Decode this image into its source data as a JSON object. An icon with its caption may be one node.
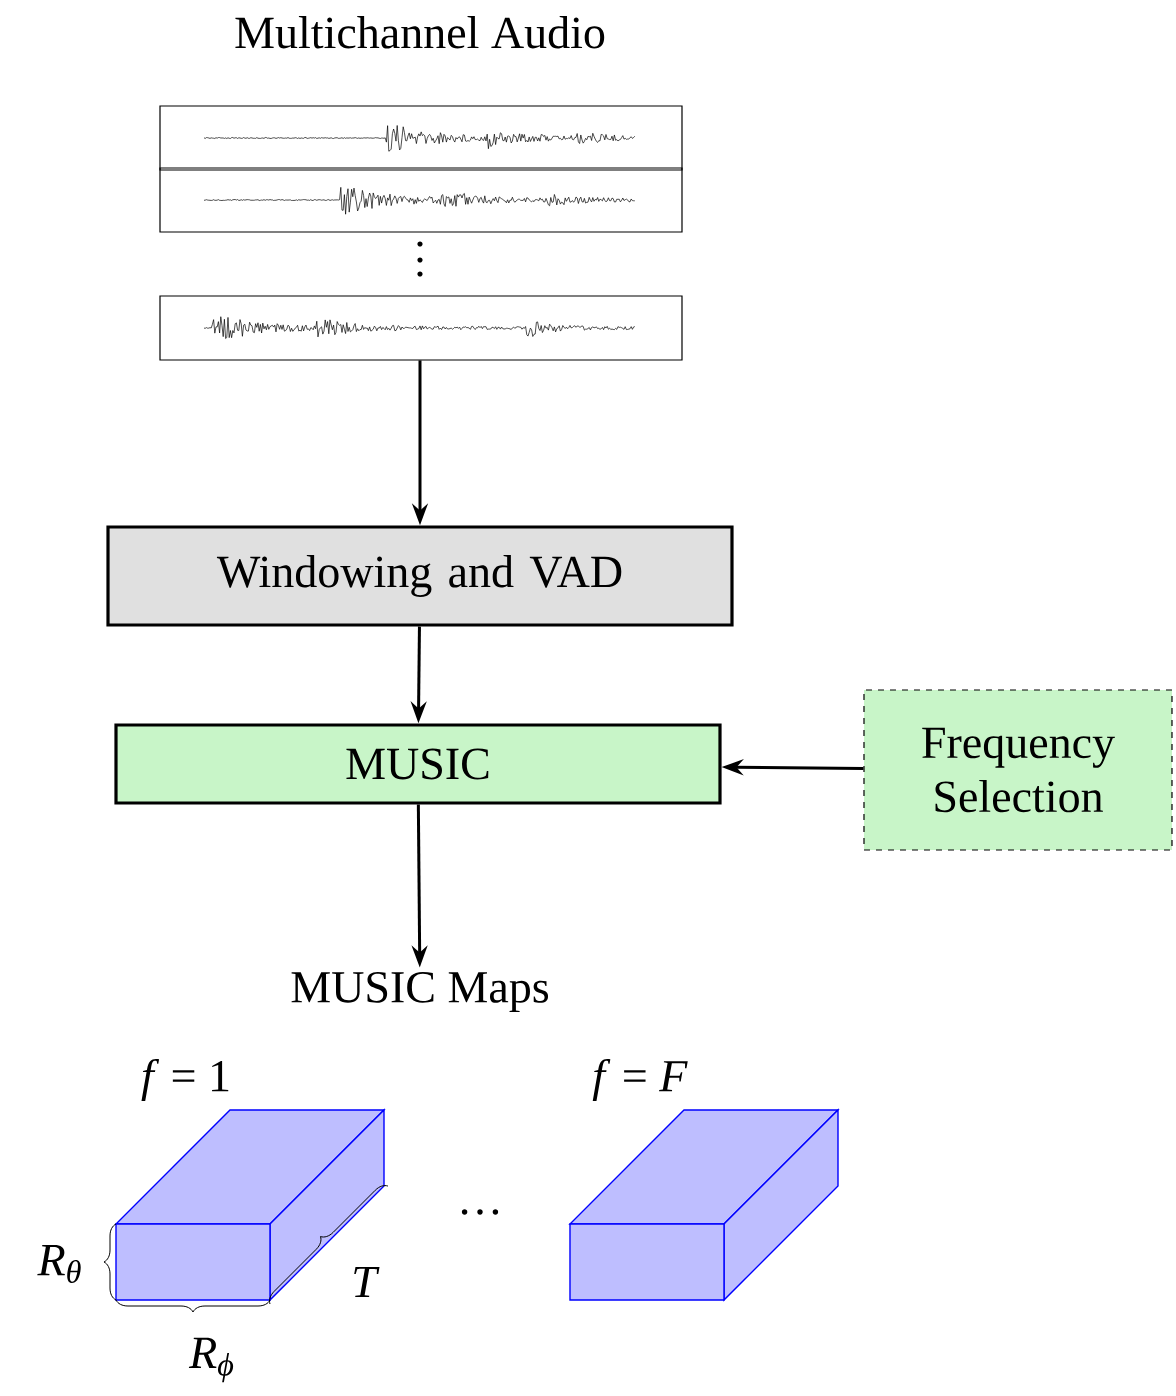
{
  "diagram": {
    "nodes": [
      {
        "text": [
          "Multichannel Audio"
        ]
      },
      {
        "text": [
          "Windowing and VAD"
        ]
      },
      {
        "text": [
          "MUSIC"
        ]
      },
      {
        "text": [
          "Frequency Selection"
        ]
      },
      {
        "text": [
          "MUSIC Maps"
        ]
      }
    ],
    "edges": [
      {
        "from": 0,
        "to": 1,
        "arrow": "to"
      },
      {
        "from": 1,
        "to": 2,
        "arrow": "to"
      },
      {
        "from": 3,
        "to": 2,
        "arrow": "to"
      },
      {
        "from": 2,
        "to": 4,
        "arrow": "to"
      }
    ],
    "labels": [
      "*f* = 1",
      "*f* = *F*",
      "…",
      "R$_{θ}$",
      "R$_{ϕ}$",
      "T"
    ]
  }
}
